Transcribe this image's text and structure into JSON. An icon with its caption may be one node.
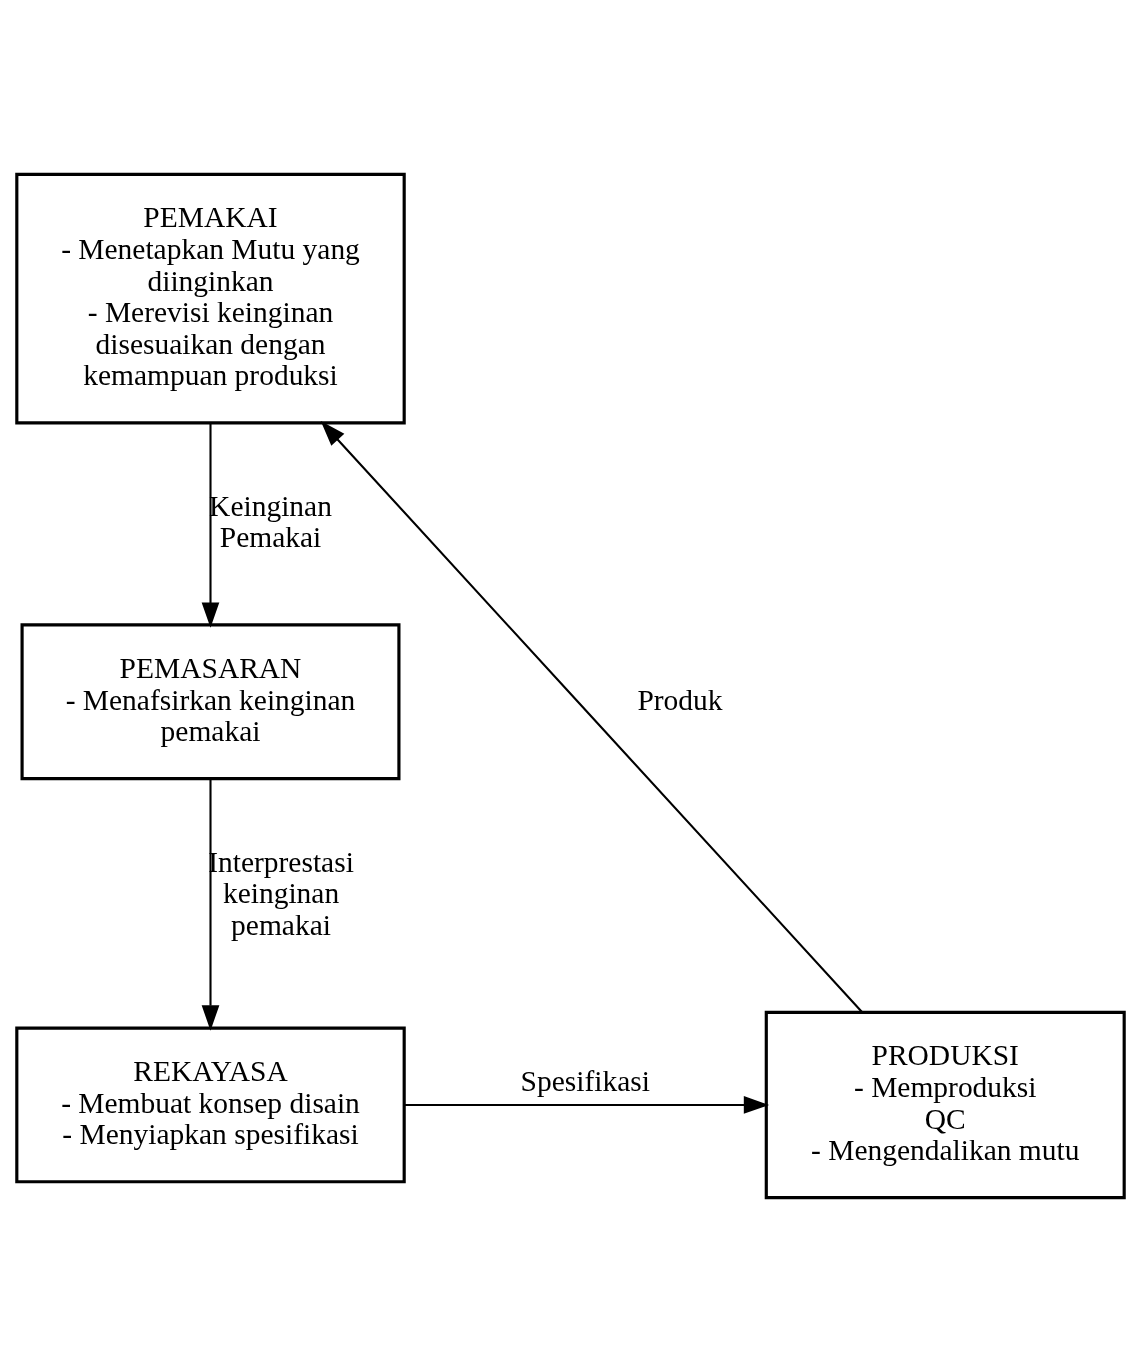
{
  "diagram": {
    "nodes": [
      {
        "text": [
          "PEMAKAI",
          "- Menetapkan Mutu yang diinginkan",
          "- Merevisi keinginan disesuaikan dengan kemampuan produksi"
        ]
      },
      {
        "text": [
          "PEMASARAN",
          "- Menafsirkan keinginan pemakai"
        ]
      },
      {
        "text": [
          "REKAYASA",
          "- Membuat konsep disain",
          "- Menyiapkan spesifikasi"
        ]
      },
      {
        "text": [
          "PRODUKSI",
          "- Memproduksi",
          "QC",
          "- Mengendalikan mutu"
        ]
      }
    ],
    "edges": [
      {
        "from": 0,
        "to": 1,
        "arrow": "to",
        "label": "Keinginan Pemakai"
      },
      {
        "from": 1,
        "to": 2,
        "arrow": "to",
        "label": "Interprestasi keinginan pemakai"
      },
      {
        "from": 2,
        "to": 3,
        "arrow": "to",
        "label": "Spesifikasi"
      },
      {
        "from": 3,
        "to": 0,
        "arrow": "to",
        "label": "Produk"
      }
    ]
  }
}
